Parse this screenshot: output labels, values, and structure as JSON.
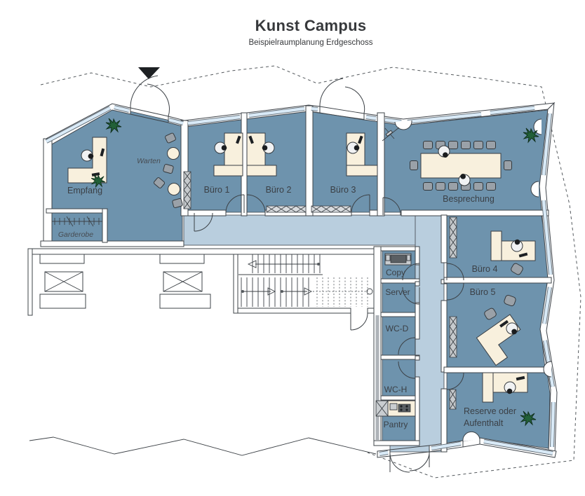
{
  "header": {
    "title": "Kunst Campus",
    "subtitle": "Beispielraumplanung Erdgeschoss"
  },
  "rooms": {
    "empfang": "Empfang",
    "warten": "Warten",
    "garderobe": "Garderobe",
    "buero1": "Büro 1",
    "buero2": "Büro 2",
    "buero3": "Büro 3",
    "besprechung": "Besprechung",
    "copy": "Copy",
    "server": "Server",
    "wc_d": "WC-D",
    "wc_h": "WC-H",
    "pantry": "Pantry",
    "buero4": "Büro 4",
    "buero5": "Büro 5",
    "reserve_line1": "Reserve oder",
    "reserve_line2": "Aufenthalt"
  },
  "icons": {
    "entrance_marker": "entrance-triangle",
    "stairs": "staircase",
    "elevators": "elevator-shafts",
    "copier": "copy-machine",
    "kitchenette": "pantry-kitchenette",
    "coat_rack": "garderobe-rack"
  },
  "colors": {
    "room_fill": "#6e93ad",
    "corridor_fill": "#b9cede",
    "window_fill": "#d9eaf7",
    "wall_line": "#3f444a",
    "desk_fill": "#f8f0dd",
    "chair_fill": "#9aa1a8",
    "plant_fill": "#226038",
    "text_color": "#3b4046"
  }
}
